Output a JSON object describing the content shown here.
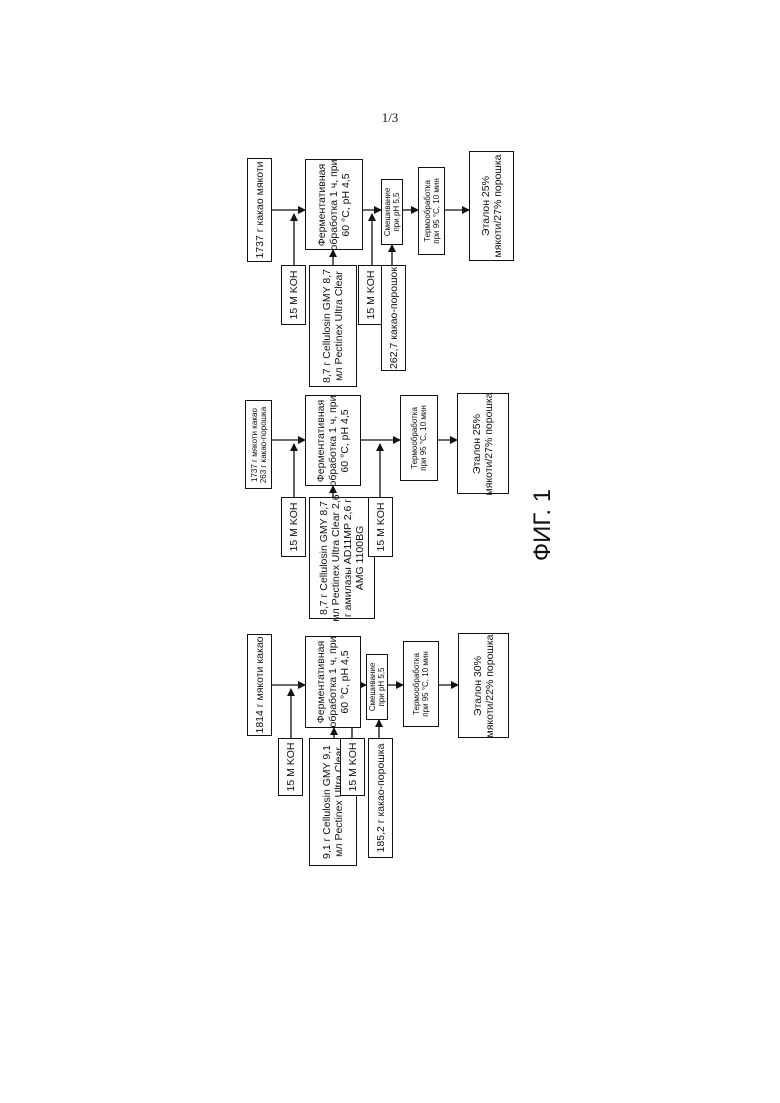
{
  "page_number": "1/3",
  "figure_caption": "ФИГ. 1",
  "flow1": {
    "start": "1737 г какао мякоти",
    "koh_1": "15 M KOH",
    "enzymes_line1": "8,7 г Cellulosin GMY 8,7",
    "enzymes_line2": "мл Pectinex Ultra Clear",
    "treatment_line1": "Ферментативная",
    "treatment_line2": "обработка 1 ч, при",
    "treatment_line3": "60 °C, pH 4,5",
    "koh_2": "15 M KOH",
    "mixing_line1": "Смешивание",
    "mixing_line2": "при pH 5,5",
    "powder": "262,7 какао-порошок",
    "heat_line1": "Термообработка",
    "heat_line2": "при 95 °C, 10 мин",
    "result_line1": "Эталон 25%",
    "result_line2": "мякоти/27% порошка"
  },
  "flow2": {
    "start_line1": "1737 г мякоти какао",
    "start_line2": "263 г какао-порошка",
    "koh_1": "15 M KOH",
    "enzymes_line1": "8,7 г Cellulosin GMY 8,7",
    "enzymes_line2": "мл Pectinex Ultra Clear 2,6",
    "enzymes_line3": "г амилазы AD11MP 2,6 г",
    "enzymes_line4": "AMG 1100BG",
    "treatment_line1": "Ферментативная",
    "treatment_line2": "обработка 1 ч, при",
    "treatment_line3": "60 °C, pH 4,5",
    "koh_2": "15 M KOH",
    "heat_line1": "Термообработка",
    "heat_line2": "при 95 °C, 10 мин",
    "result_line1": "Эталон 25%",
    "result_line2": "мякоти/27% порошка"
  },
  "flow3": {
    "start": "1814 г мякоти какао",
    "koh_1": "15 M KOH",
    "enzymes_line1": "9,1 г Cellulosin GMY 9,1",
    "enzymes_line2": "мл Pectinex Ultra Clear",
    "treatment_line1": "Ферментативная",
    "treatment_line2": "обработка 1 ч, при",
    "treatment_line3": "60 °C, pH 4,5",
    "koh_2": "15 M KOH",
    "mixing_line1": "Смешивание",
    "mixing_line2": "при pH 5,5",
    "powder": "185,2 г какао-порошка",
    "heat_line1": "Термообработка",
    "heat_line2": "при 95 °C, 10 мин",
    "result_line1": "Эталон 30%",
    "result_line2": "мякоти/22% порошка"
  }
}
